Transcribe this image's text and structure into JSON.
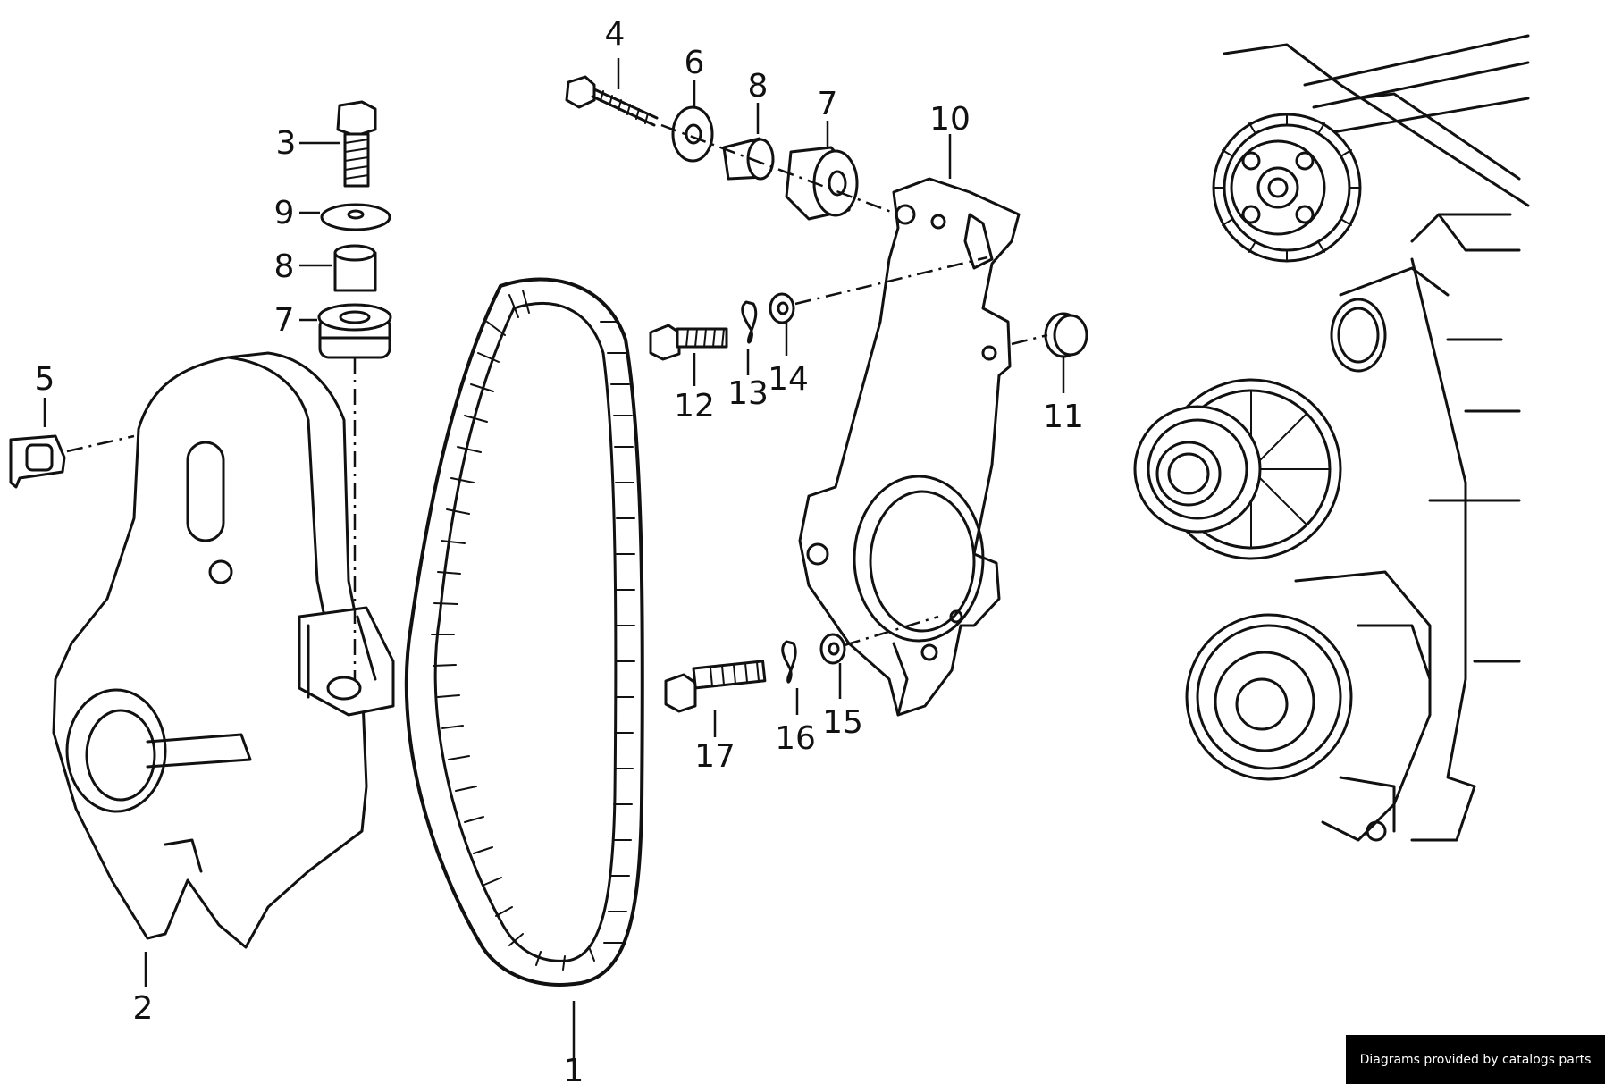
{
  "callouts": [
    "1",
    "2",
    "3",
    "4",
    "5",
    "6",
    "7",
    "7",
    "8",
    "8",
    "9",
    "10",
    "11",
    "12",
    "13",
    "14",
    "15",
    "16",
    "17"
  ],
  "credit": "Diagrams provided by catalogs parts"
}
